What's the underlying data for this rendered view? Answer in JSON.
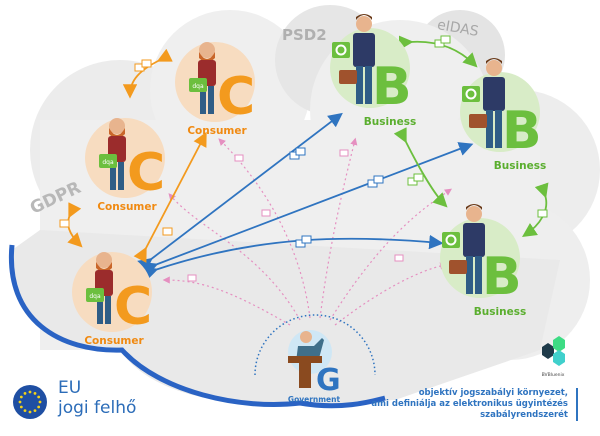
{
  "regulations": [
    "GDPR",
    "PSD2",
    "eIDAS"
  ],
  "consumers": [
    {
      "label": "Consumer",
      "letter": "C",
      "logo": "dqa"
    },
    {
      "label": "Consumer",
      "letter": "C",
      "logo": "dqa"
    },
    {
      "label": "Consumer",
      "letter": "C",
      "logo": "dqa"
    }
  ],
  "businesses": [
    {
      "label": "Business",
      "letter": "B"
    },
    {
      "label": "Business",
      "letter": "B"
    },
    {
      "label": "Business",
      "letter": "B"
    }
  ],
  "government": {
    "label": "Government",
    "letter": "G"
  },
  "eu": {
    "line1": "EU",
    "line2": "jogi felhő"
  },
  "brand": {
    "name": "BVBluenix"
  },
  "note": [
    "objektív jogszabályi környezet,",
    "ami definiálja az elektronikus ügyintézés",
    "szabályrendszerét"
  ],
  "colors": {
    "consumer": "#f39a1e",
    "business": "#6cbf3e",
    "government": "#2f74c0",
    "cloud": "#e9e9e9",
    "eu": "#1f4fa3"
  }
}
